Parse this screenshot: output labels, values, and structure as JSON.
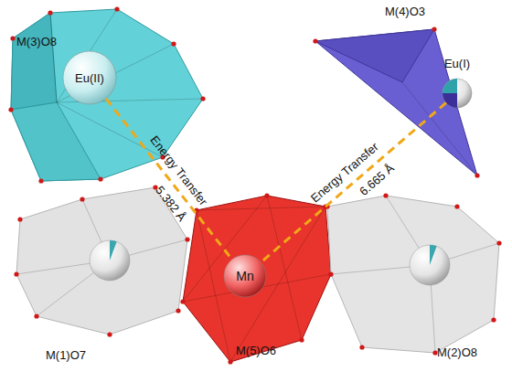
{
  "diagram": {
    "nodes": [
      {
        "text": [
          "M(3)O8"
        ]
      },
      {
        "text": [
          "Eu(II)"
        ],
        "in": 0
      },
      {
        "text": [
          "M(4)O3"
        ]
      },
      {
        "text": [
          "Eu(I)"
        ],
        "in": 2
      },
      {
        "text": [
          "M(1)O7"
        ]
      },
      {
        "text": [
          "M(5)O6"
        ]
      },
      {
        "text": [
          "Mn"
        ],
        "in": 5
      },
      {
        "text": [
          "M(2)O8"
        ]
      }
    ],
    "edges": [
      {
        "from": 1,
        "to": 6,
        "label": "Energy Transfer",
        "arrow": "none"
      },
      {
        "from": 3,
        "to": 6,
        "label": "Energy Transfer",
        "arrow": "none"
      }
    ],
    "labels": [
      "5.382 Å",
      "6.665 Å"
    ]
  }
}
